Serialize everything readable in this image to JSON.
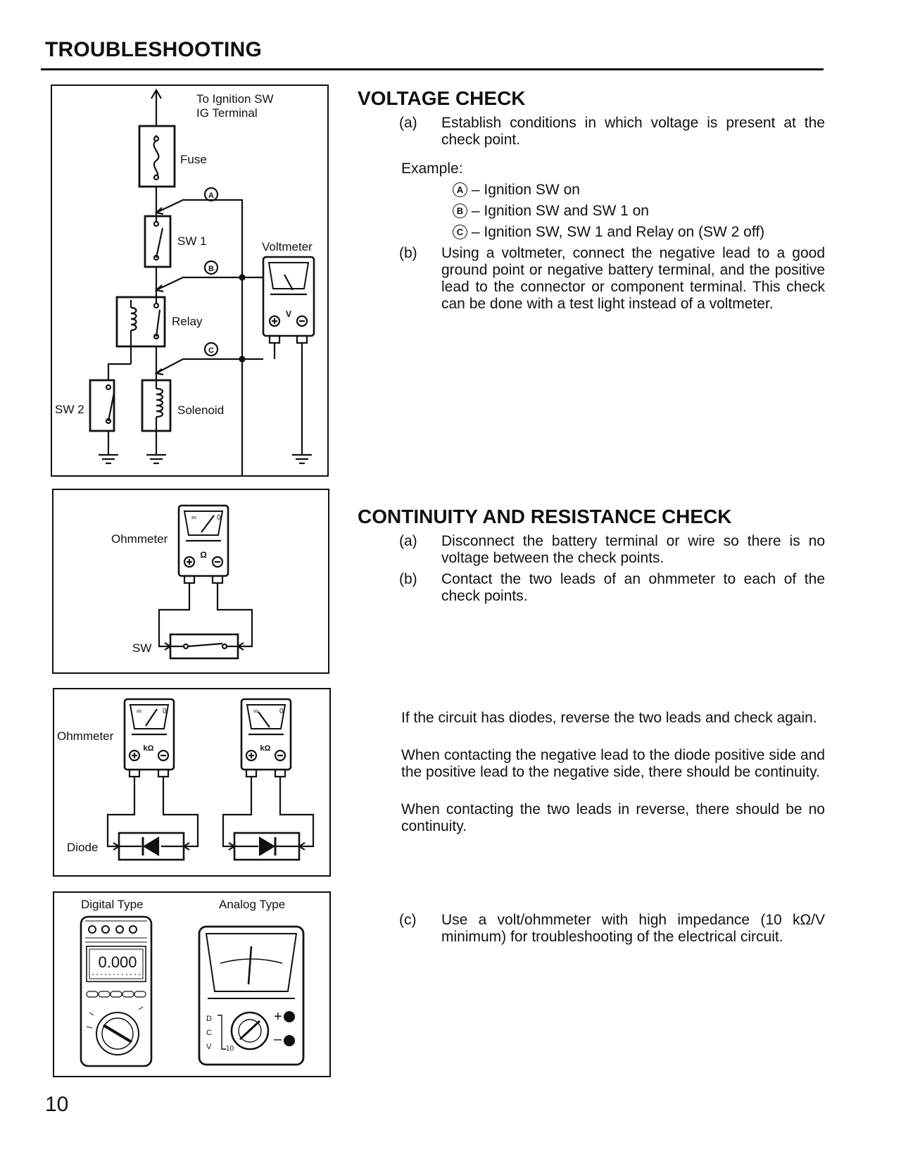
{
  "header": {
    "title": "TROUBLESHOOTING"
  },
  "page_number": "10",
  "fig1": {
    "to_ignition_line1": "To Ignition SW",
    "to_ignition_line2": "IG Terminal",
    "fuse": "Fuse",
    "sw1": "SW 1",
    "relay": "Relay",
    "sw2": "SW 2",
    "solenoid": "Solenoid",
    "voltmeter": "Voltmeter",
    "point_a": "A",
    "point_b": "B",
    "point_c": "C",
    "v_symbol": "V"
  },
  "fig2": {
    "ohmmeter": "Ohmmeter",
    "sw": "SW",
    "ohm_symbol": "Ω"
  },
  "fig3": {
    "ohmmeter": "Ohmmeter",
    "diode": "Diode",
    "kohm_symbol": "kΩ"
  },
  "fig4": {
    "digital_type": "Digital Type",
    "analog_type": "Analog Type",
    "digital_display": "0.000"
  },
  "voltage_check": {
    "title": "VOLTAGE CHECK",
    "a_label": "(a)",
    "a_text": "Establish conditions in which voltage is present at the check point.",
    "example_label": "Example:",
    "example_a_letter": "A",
    "example_a_text": "– Ignition SW on",
    "example_b_letter": "B",
    "example_b_text": "– Ignition SW and SW 1 on",
    "example_c_letter": "C",
    "example_c_text": "– Ignition SW, SW 1 and Relay on (SW 2 off)",
    "b_label": "(b)",
    "b_text": "Using a voltmeter, connect the negative lead to a good ground point or negative battery terminal, and the positive lead to the connector or component terminal. This check can be done with a test light instead of a voltmeter."
  },
  "continuity_check": {
    "title": "CONTINUITY AND RESISTANCE CHECK",
    "a_label": "(a)",
    "a_text": "Disconnect the battery terminal or wire so there is no voltage between the check points.",
    "b_label": "(b)",
    "b_text": "Contact the two leads of an ohmmeter to each of the check points."
  },
  "diode_notes": {
    "p1": "If the circuit has diodes, reverse the two leads and check again.",
    "p2": "When contacting the negative lead to the diode positive side and the positive lead to the negative side, there should be continuity.",
    "p3": "When contacting the two leads in reverse, there should be no continuity."
  },
  "impedance_note": {
    "c_label": "(c)",
    "c_text": "Use a volt/ohmmeter with high impedance (10 kΩ/V minimum) for troubleshooting of the electrical circuit."
  }
}
